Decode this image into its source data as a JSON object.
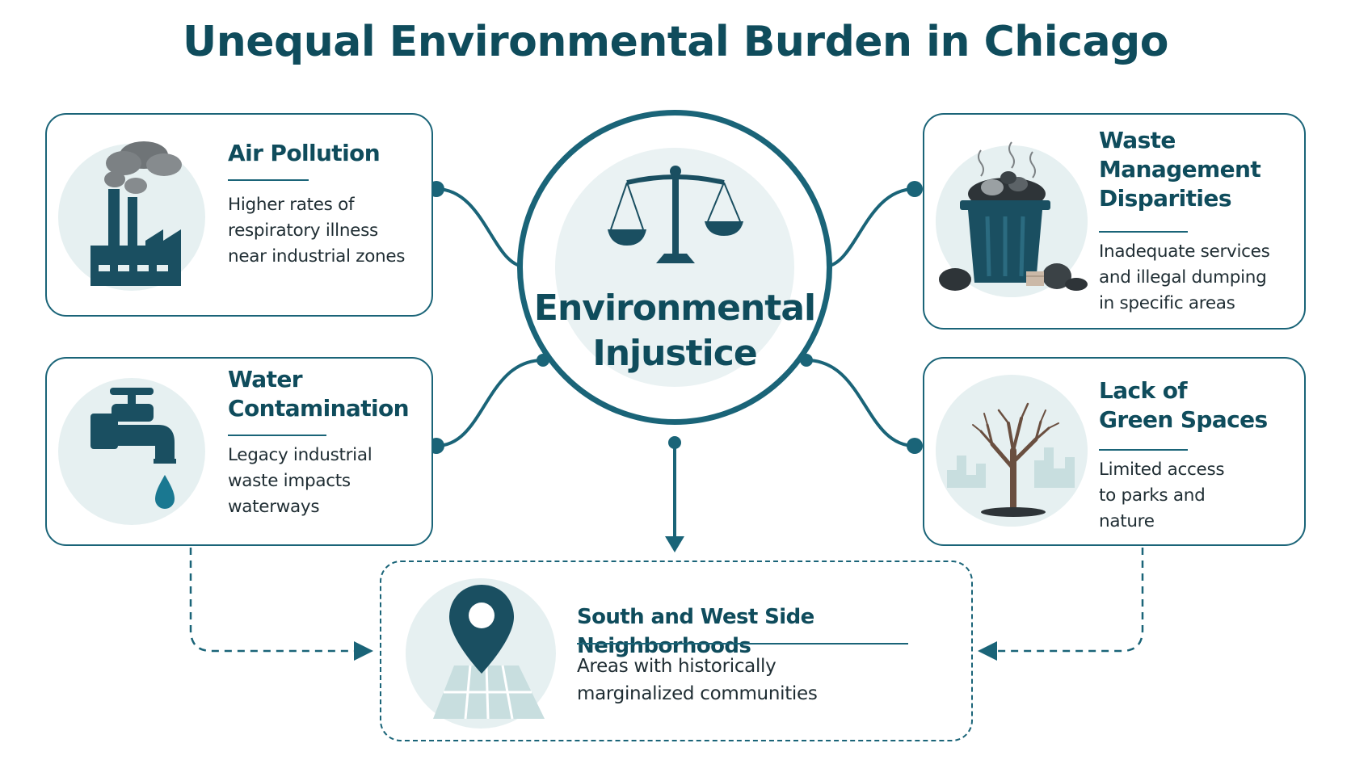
{
  "title": "Unequal Environmental Burden in Chicago",
  "center": {
    "line1": "Environmental",
    "line2": "Injustice",
    "icon": "scales-of-justice-icon"
  },
  "cards": {
    "air": {
      "title": "Air Pollution",
      "desc": [
        "Higher rates of",
        "respiratory illness",
        "near industrial zones"
      ],
      "icon": "factory-icon"
    },
    "water": {
      "title": [
        "Water",
        "Contamination"
      ],
      "desc": [
        "Legacy industrial",
        "waste impacts",
        "waterways"
      ],
      "icon": "water-faucet-icon"
    },
    "waste": {
      "title": [
        "Waste",
        "Management",
        "Disparities"
      ],
      "desc": [
        "Inadequate services",
        "and illegal dumping",
        "in specific areas"
      ],
      "icon": "trash-bin-icon"
    },
    "green": {
      "title": [
        "Lack of",
        "Green Spaces"
      ],
      "desc": [
        "Limited access",
        "to parks and",
        "nature"
      ],
      "icon": "bare-tree-icon"
    },
    "neighborhoods": {
      "title": "South and West Side Neighborhoods",
      "desc": [
        "Areas with historically",
        "marginalized communities"
      ],
      "icon": "map-pin-icon"
    }
  },
  "colors": {
    "primary": "#0f4c5c",
    "line": "#1a6478",
    "icon_bg": "#e6f0f1"
  }
}
